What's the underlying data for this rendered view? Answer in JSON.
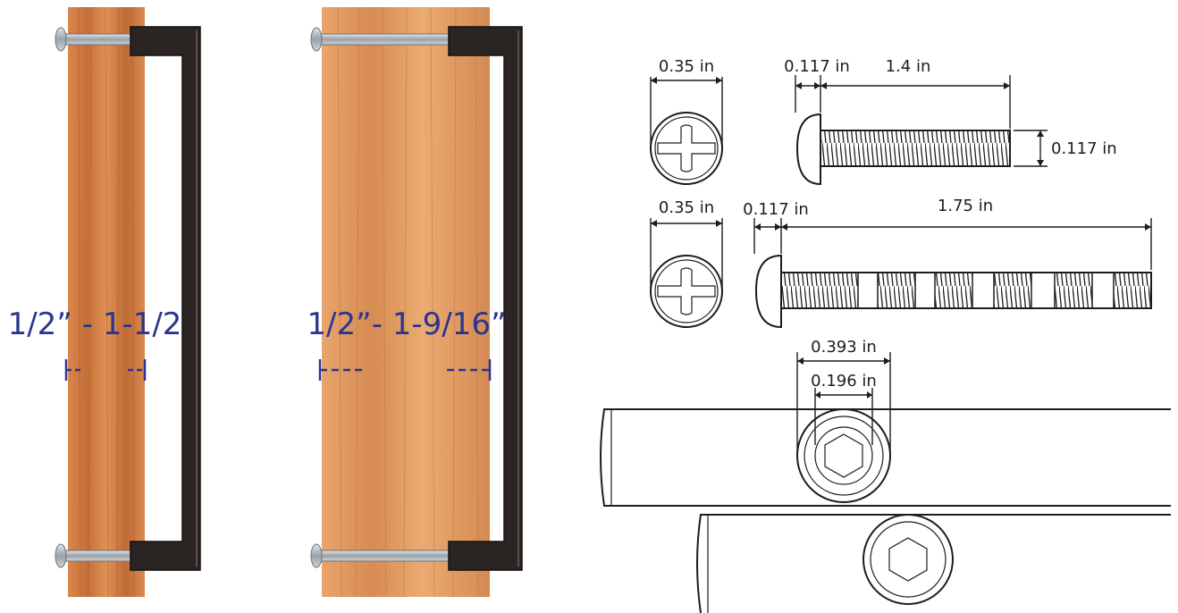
{
  "left_panel": {
    "thickness_range": "1/2” - 1-1/2"
  },
  "middle_panel": {
    "thickness_range": "1/2”- 1-9/16”"
  },
  "screw_short": {
    "head_diameter": "0.35 in",
    "head_height": "0.117 in",
    "shank_length": "1.4 in",
    "thread_diameter": "0.117 in"
  },
  "screw_long": {
    "head_diameter": "0.35 in",
    "head_height": "0.117 in",
    "shank_length": "1.75 in"
  },
  "standoff": {
    "outer_diameter": "0.393 in",
    "inner_diameter": "0.196 in"
  },
  "colors": {
    "wood_light": "#e3955a",
    "wood_dark": "#b9612f",
    "handle": "#2a2522",
    "screw": "#b9bec4",
    "label_blue": "#2b3590"
  }
}
